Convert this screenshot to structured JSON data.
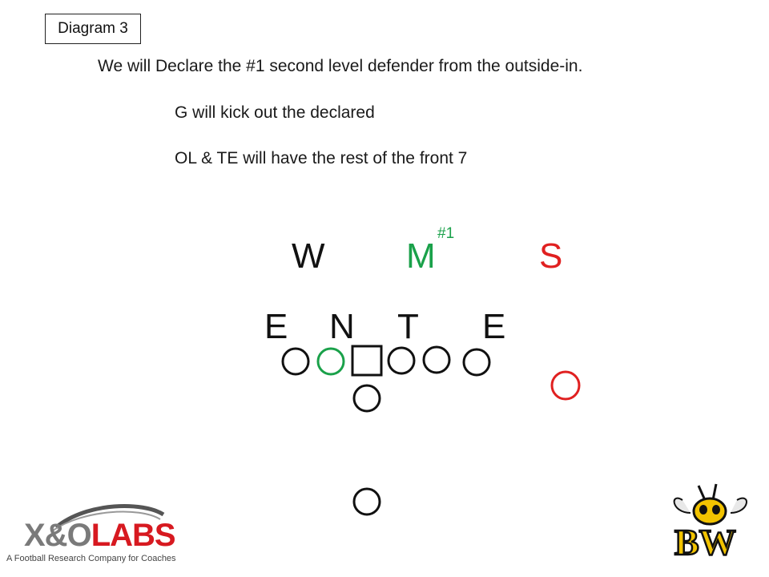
{
  "slide": {
    "title_box": "Diagram 3",
    "notes": [
      "We will Declare the #1 second level defender from the outside-in.",
      "G will kick out the declared",
      "OL & TE will have the rest of the front 7"
    ]
  },
  "defense": {
    "second_level": [
      {
        "label": "W",
        "color": "#111111"
      },
      {
        "label": "M",
        "color": "#1aa14a"
      },
      {
        "label": "S",
        "color": "#e02020"
      }
    ],
    "declared_marker": {
      "label": "#1",
      "color": "#1aa14a"
    },
    "front": [
      {
        "label": "E",
        "color": "#111111"
      },
      {
        "label": "N",
        "color": "#111111"
      },
      {
        "label": "T",
        "color": "#111111"
      },
      {
        "label": "E",
        "color": "#111111"
      }
    ]
  },
  "offense": {
    "players": [
      {
        "role": "player",
        "shape": "circle",
        "color": "#111111"
      },
      {
        "role": "guard",
        "shape": "circle",
        "color": "#1aa14a"
      },
      {
        "role": "center",
        "shape": "square",
        "color": "#111111"
      },
      {
        "role": "player",
        "shape": "circle",
        "color": "#111111"
      },
      {
        "role": "player",
        "shape": "circle",
        "color": "#111111"
      },
      {
        "role": "player",
        "shape": "circle",
        "color": "#111111"
      },
      {
        "role": "wide-player",
        "shape": "circle",
        "color": "#e02020"
      },
      {
        "role": "quarterback",
        "shape": "circle",
        "color": "#111111"
      },
      {
        "role": "back",
        "shape": "circle",
        "color": "#111111"
      }
    ]
  },
  "logos": {
    "left": {
      "xo": "X&O",
      "labs": "LABS",
      "tagline": "A Football Research Company for Coaches"
    },
    "right": {
      "name": "bw-hornet-logo",
      "lettering": "BW"
    }
  }
}
